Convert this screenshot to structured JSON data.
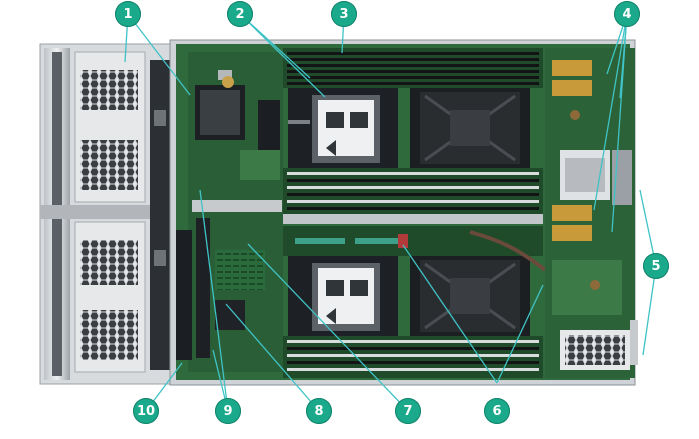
{
  "callouts": [
    {
      "id": "c1",
      "label": "1"
    },
    {
      "id": "c2",
      "label": "2"
    },
    {
      "id": "c3",
      "label": "3"
    },
    {
      "id": "c4",
      "label": "4"
    },
    {
      "id": "c5",
      "label": "5"
    },
    {
      "id": "c6",
      "label": "6"
    },
    {
      "id": "c7",
      "label": "7"
    },
    {
      "id": "c8",
      "label": "8"
    },
    {
      "id": "c9",
      "label": "9"
    },
    {
      "id": "c10",
      "label": "10"
    }
  ],
  "colors": {
    "callout_fill": "#1aa98a",
    "leader_line": "#3fc3c6",
    "pcb_green": "#2f6a3c",
    "metal": "#c9ccd0",
    "dimm_slot": "#1c1f22",
    "heatsink": "#2a2d30",
    "cpu_label": "#eef0f2"
  }
}
